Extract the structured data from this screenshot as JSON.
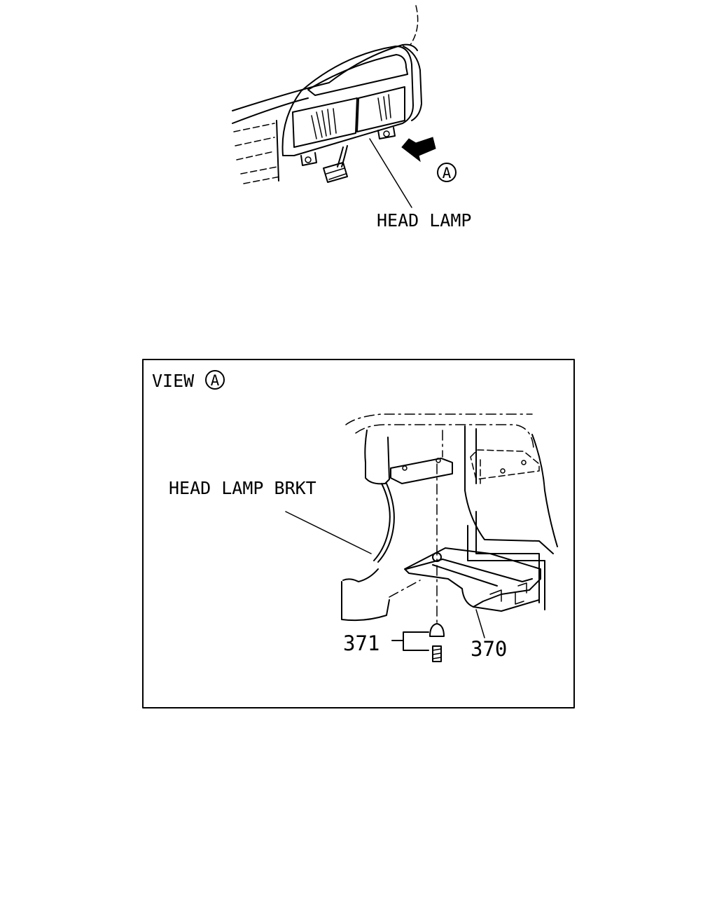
{
  "top_view": {
    "head_lamp_label": "HEAD LAMP",
    "view_marker": "A"
  },
  "detail_view": {
    "title": "VIEW",
    "title_marker": "A",
    "bracket_label": "HEAD LAMP BRKT",
    "part_370": "370",
    "part_371": "371"
  }
}
